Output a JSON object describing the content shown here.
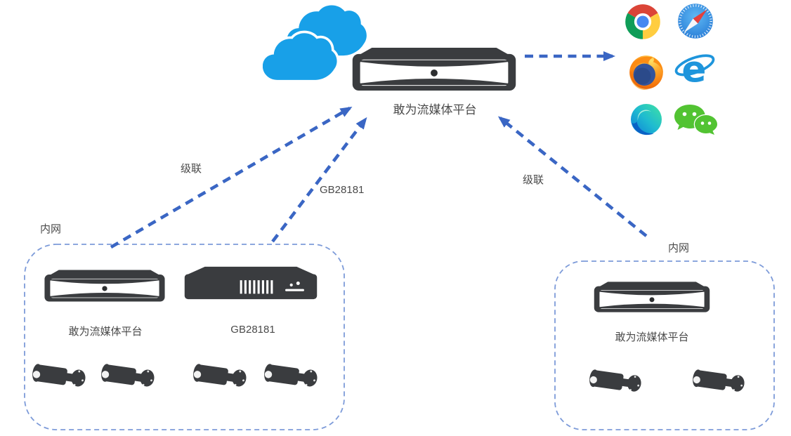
{
  "platform": {
    "label": "敢为流媒体平台"
  },
  "links": {
    "cascade_left": "级联",
    "gb28181": "GB28181",
    "cascade_right": "级联"
  },
  "left_network": {
    "label": "内网",
    "media_server_label": "敢为流媒体平台",
    "gb_server_label": "GB28181",
    "camera_count": 4
  },
  "right_network": {
    "label": "内网",
    "media_server_label": "敢为流媒体平台",
    "camera_count": 2
  },
  "clients": {
    "icons": [
      "chrome-icon",
      "safari-icon",
      "firefox-icon",
      "ie-icon",
      "edge-icon",
      "wechat-icon"
    ]
  },
  "icons": {
    "cloud": "double-cloud-shape",
    "media_server": "set-top-box-shape",
    "gb28181_server": "rack-server-shape",
    "camera": "bullet-camera-shape",
    "chrome": "chrome-wheel",
    "safari": "compass-dial",
    "firefox": "fox-around-globe",
    "ie": "blue-e-with-ring",
    "edge": "teal-blue-swirl",
    "wechat": "green-chat-bubbles"
  },
  "colors": {
    "arrow_blue": "#3A66C4",
    "box_border_blue": "#7D9BD9",
    "cloud_blue": "#18A0E8",
    "device_dark": "#3A3C3F",
    "label_gray": "#4A4A4A",
    "wechat_green": "#52C332",
    "ie_blue": "#1E95DC"
  }
}
